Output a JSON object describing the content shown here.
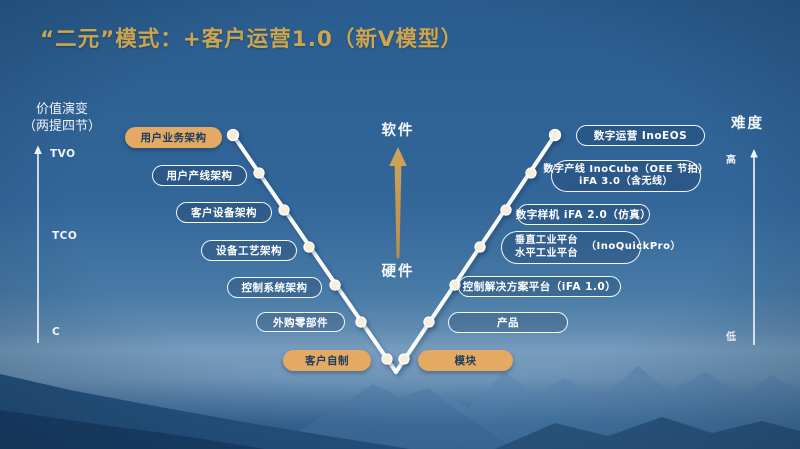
{
  "title": "“二元”模式：+客户运营1.0（新V模型）",
  "left_axis": {
    "title_line1": "价值演变",
    "title_line2": "（两提四节）",
    "ticks": [
      "TVO",
      "TCO",
      "C"
    ]
  },
  "right_axis": {
    "title": "难度",
    "high": "高",
    "low": "低"
  },
  "center_axis": {
    "top": "软件",
    "bottom": "硬件"
  },
  "left_branch": [
    {
      "label": "用户业务架构",
      "style": "gold"
    },
    {
      "label": "用户产线架构",
      "style": "outline"
    },
    {
      "label": "客户设备架构",
      "style": "outline"
    },
    {
      "label": "设备工艺架构",
      "style": "outline"
    },
    {
      "label": "控制系统架构",
      "style": "outline"
    },
    {
      "label": "外购零部件",
      "style": "outline"
    },
    {
      "label": "客户自制",
      "style": "gold"
    }
  ],
  "right_branch": [
    {
      "line1": "数字运营 InoEOS",
      "style": "outline"
    },
    {
      "line1": "数字产线 InoCube（OEE 节拍）",
      "line2": "iFA 3.0（含无线）",
      "style": "outline"
    },
    {
      "line1": "数字样机 iFA 2.0（仿真）",
      "style": "outline"
    },
    {
      "line1": "垂直工业平台",
      "line2": "水平工业平台",
      "suffix": "（InoQuickPro）",
      "style": "outline"
    },
    {
      "line1": "控制解决方案平台（iFA 1.0）",
      "style": "outline"
    },
    {
      "line1": "产品",
      "style": "outline"
    },
    {
      "line1": "模块",
      "style": "gold"
    }
  ],
  "colors": {
    "accent_gold": "#cda54f",
    "pill_gold": "#e4a963",
    "pill_text_dark": "#1c3c60",
    "v_line_white": "#fbfdff",
    "center_arrow_gold": "#c49a52",
    "sky_blue": "#336699"
  }
}
